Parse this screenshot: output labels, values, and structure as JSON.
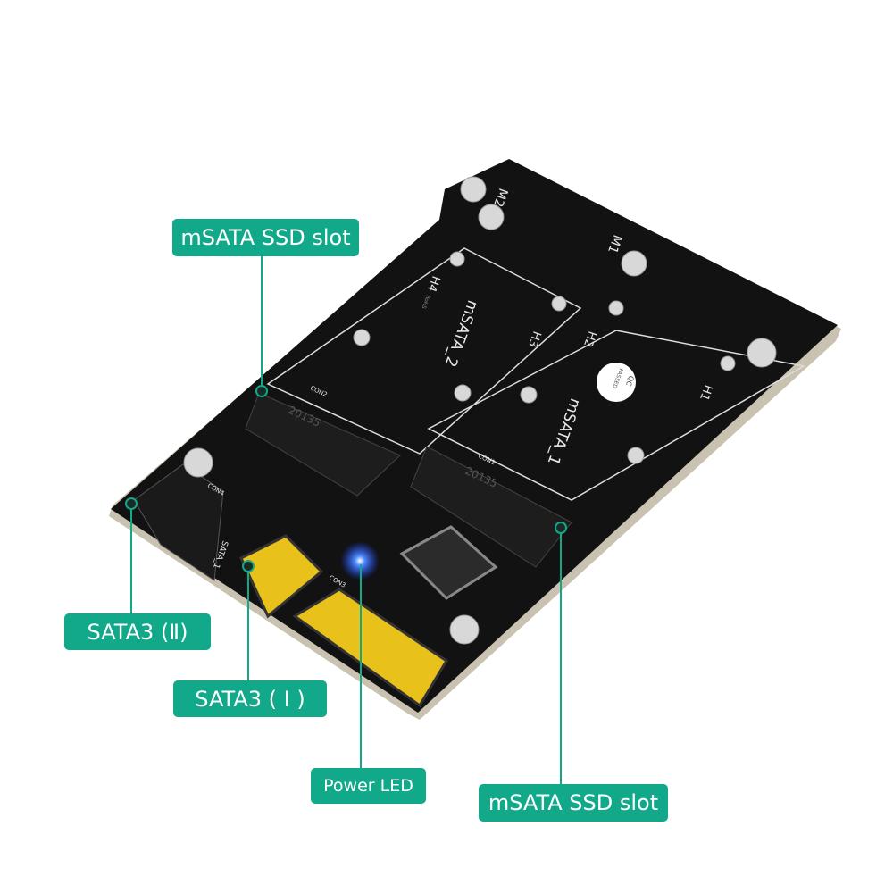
{
  "callouts": {
    "msata_slot_top": "mSATA SSD slot",
    "sata3_ii": "SATA3 (Ⅱ)",
    "sata3_i": "SATA3 ( Ⅰ )",
    "power_led": "Power LED",
    "msata_slot_bottom": "mSATA SSD slot"
  },
  "silkscreen": {
    "m1": "M1",
    "m2": "M2",
    "h1": "H1",
    "h2": "H2",
    "h3": "H3",
    "h4": "H4",
    "msata_1": "mSATA_1",
    "msata_2": "mSATA_2",
    "con1": "CON1",
    "con2": "CON2",
    "con4": "CON4",
    "con3": "CON3",
    "sata_1": "SATA_1",
    "qc": "QC",
    "passed": "PASSED",
    "rohs": "RoHS",
    "slot_code_1": "20135",
    "slot_code_2": "20135"
  },
  "colors": {
    "accent": "#12a98a",
    "board": "#121212",
    "gold": "#e8c21a",
    "led": "#3a7bff"
  }
}
